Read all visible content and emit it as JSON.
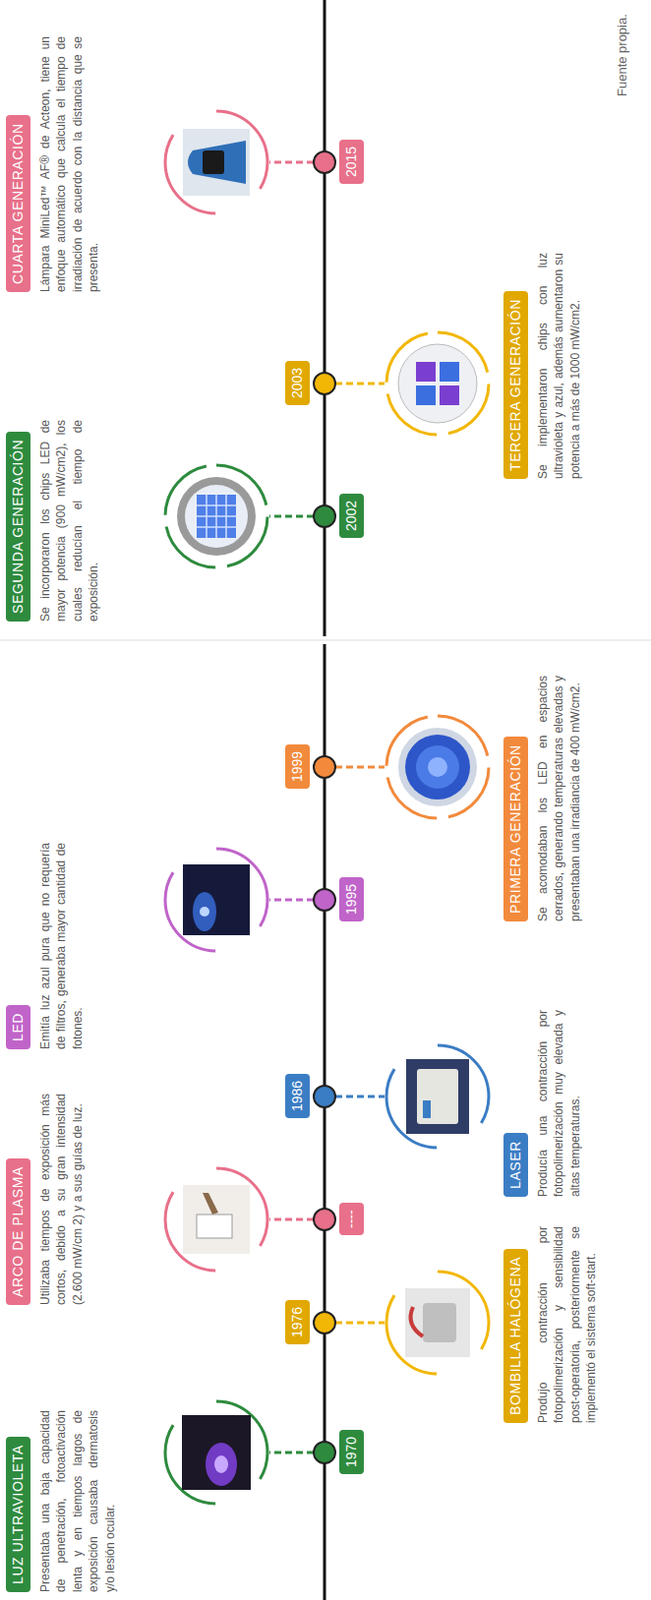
{
  "diagram": {
    "nodes": [
      {
        "text": [
          "1970"
        ]
      },
      {
        "text": [
          "LUZ ULTRAVIOLETA",
          "Presentaba una baja capacidad de penetración, fotoactivación lenta y en tiempos largos de exposición causaba dermatosis y/o lesión ocular."
        ]
      },
      {
        "text": [
          "1976"
        ]
      },
      {
        "text": [
          "BOMBILLA HALÓGENA",
          "Produjo contracción por fotopolimerización y sensibilidad post-operatoria, posteriormente se implementó el sistema soft-start."
        ]
      },
      {
        "text": [
          "----"
        ]
      },
      {
        "text": [
          "ARCO DE PLASMA",
          "Utilizaba tiempos de exposición más cortos, debido a su gran intensidad (2.600 mW/cm 2) y a sus guías de luz."
        ]
      },
      {
        "text": [
          "1986"
        ]
      },
      {
        "text": [
          "LASER",
          "Producía una contracción por fotopolimerización muy elevada y altas temperaturas."
        ]
      },
      {
        "text": [
          "1995"
        ]
      },
      {
        "text": [
          "LED",
          "Emitía luz azul pura que no requería de filtros, generaba mayor cantidad de fotones."
        ]
      },
      {
        "text": [
          "1999"
        ]
      },
      {
        "text": [
          "PRIMERA GENERACIÓN",
          "Se acomodaban los LED en espacios cerrados, generando temperaturas elevadas y presentaban una irradiancia de 400 mW/cm2."
        ]
      },
      {
        "text": [
          "2002"
        ]
      },
      {
        "text": [
          "SEGUNDA GENERACIÓN",
          "Se incorporaron los chips LED de mayor potencia (900 mW/cm2), los cuales reducían el tiempo de exposición."
        ]
      },
      {
        "text": [
          "2003"
        ]
      },
      {
        "text": [
          "TERCERA GENERACIÓN",
          "Se implementaron chips con luz ultravioleta y azul, además aumentaron su potencia a más de 1000 mW/cm2."
        ]
      },
      {
        "text": [
          "2015"
        ]
      },
      {
        "text": [
          "CUARTA GENERACIÓN",
          "Lámpara MiniLed™ AF® de Acteon, tiene un enfoque automático que calcula el tiempo de irradiación de acuerdo con la distancia que se presenta."
        ]
      }
    ],
    "labels": [
      "Fuente propia."
    ]
  }
}
